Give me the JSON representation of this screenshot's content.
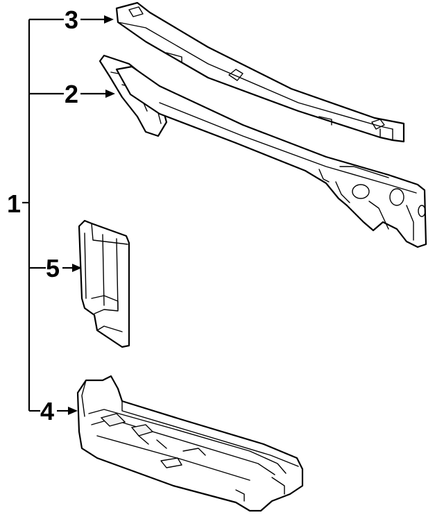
{
  "callouts": {
    "assembly": "1",
    "upper_tie_bar": "2",
    "cowl_panel": "3",
    "lower_tie_bar": "4",
    "side_support": "5"
  }
}
